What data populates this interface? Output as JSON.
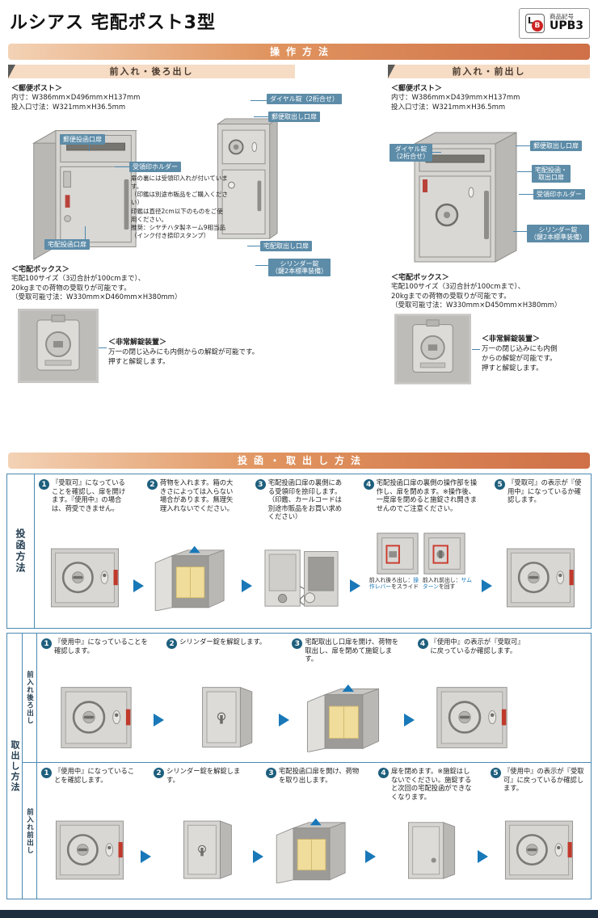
{
  "header": {
    "title": "ルシアス 宅配ポスト3型",
    "badge": {
      "logo_l": "L",
      "logo_b": "B",
      "label": "商品記号",
      "code": "UPB3"
    }
  },
  "section_operation": {
    "banner": "操作方法",
    "left": {
      "header": "前入れ・後ろ出し",
      "post": {
        "heading": "＜郵便ポスト＞",
        "inner": "内寸：W386mm×D496mm×H137mm",
        "slot": "投入口寸法：W321mm×H36.5mm"
      },
      "labels": {
        "dial": "ダイヤル錠（2桁合せ）",
        "mail_out": "郵便取出し口扉",
        "mail_in": "郵便投函口扉",
        "stamp": "受領印ホルダー",
        "parcel_in": "宅配投函口扉",
        "parcel_out": "宅配取出し口扉",
        "cylinder": "シリンダー錠",
        "cylinder2": "（鍵2本標準装備）"
      },
      "stamp_notes": [
        "扉の裏には受領印入れが付いています。",
        "（印鑑は別途市販品をご購入ください）",
        "印鑑は直径2cm以下のものをご使用ください。",
        "推奨：シヤチハタ製ネーム9相当品（インク付き捺印スタンプ）"
      ],
      "box": {
        "heading": "＜宅配ボックス＞",
        "line1": "宅配100サイズ（3辺合計が100cmまで）、",
        "line2": "20kgまでの荷物の受取りが可能です。",
        "line3": "（受取可能寸法：W330mm×D460mm×H380mm）"
      },
      "emergency": {
        "heading": "＜非常解錠装置＞",
        "line1": "万一の閉じ込みにも内側からの解錠が可能です。",
        "line2": "押すと解錠します。"
      }
    },
    "right": {
      "header": "前入れ・前出し",
      "post": {
        "heading": "＜郵便ポスト＞",
        "inner": "内寸：W386mm×D439mm×H137mm",
        "slot": "投入口寸法：W321mm×H36.5mm"
      },
      "labels": {
        "dial": "ダイヤル錠",
        "dial2": "（2桁合せ）",
        "mail_out": "郵便取出し口扉",
        "parcel_door": "宅配投函・",
        "parcel_door2": "取出口扉",
        "stamp": "受領印ホルダー",
        "cylinder": "シリンダー錠",
        "cylinder2": "（鍵2本標準装備）"
      },
      "box": {
        "heading": "＜宅配ボックス＞",
        "line1": "宅配100サイズ（3辺合計が100cmまで）、",
        "line2": "20kgまでの荷物の受取りが可能です。",
        "line3": "（受取可能寸法：W330mm×D450mm×H380mm）"
      },
      "emergency": {
        "heading": "＜非常解錠装置＞",
        "line1": "万一の閉じ込みにも内側",
        "line2": "からの解錠が可能です。",
        "line3": "押すと解錠します。"
      }
    }
  },
  "section_usage": {
    "banner": "投函・取出し方法",
    "post_row": {
      "side_label": "投函方法",
      "steps": [
        {
          "num": "1",
          "text": "『受取可』になっていることを確認し、扉を開けます。『使用中』の場合は、荷受できません。"
        },
        {
          "num": "2",
          "text": "荷物を入れます。箱の大きさによっては入らない場合があります。無理矢理入れないでください。"
        },
        {
          "num": "3",
          "text": "宅配投函口扉の裏側にある受領印を捺印します。（印鑑、カールコードは別途市販品をお買い求めください）"
        },
        {
          "num": "4",
          "text": "宅配投函口扉の裏側の操作部を操作し、扉を閉めます。※操作後、一度扉を閉めると施錠され開きませんのでご注意ください。"
        },
        {
          "num": "5",
          "text": "『受取可』の表示が『使用中』になっているか確認します。"
        }
      ],
      "captions": [
        {
          "head": "前入れ後ろ出し：",
          "term": "操作レバー",
          "rest": "をスライド"
        },
        {
          "head": "前入れ前出し：",
          "term": "サムターン",
          "rest": "を回す"
        }
      ]
    },
    "takeout_label": "取出し方法",
    "rear_row": {
      "sub_label": "前入れ後ろ出し",
      "steps": [
        {
          "num": "1",
          "text": "『使用中』になっていることを確認します。"
        },
        {
          "num": "2",
          "text": "シリンダー錠を解錠します。"
        },
        {
          "num": "3",
          "text": "宅配取出し口扉を開け、荷物を取出し、扉を閉めて施錠します。"
        },
        {
          "num": "4",
          "text": "『使用中』の表示が『受取可』に戻っているか確認します。"
        }
      ]
    },
    "front_row": {
      "sub_label": "前入れ前出し",
      "steps": [
        {
          "num": "1",
          "text": "『使用中』になっていることを確認します。"
        },
        {
          "num": "2",
          "text": "シリンダー錠を解錠します。"
        },
        {
          "num": "3",
          "text": "宅配投函口扉を開け、荷物を取り出します。"
        },
        {
          "num": "4",
          "text": "扉を閉めます。※施錠はしないでください。施錠すると次回の宅配投函ができなくなります。"
        },
        {
          "num": "5",
          "text": "『使用中』の表示が『受取可』に戻っているか確認します。"
        }
      ]
    }
  },
  "colors": {
    "accent_orange": "#cf7048",
    "accent_teal": "#5d8ca8",
    "accent_blue": "#1878b8"
  }
}
